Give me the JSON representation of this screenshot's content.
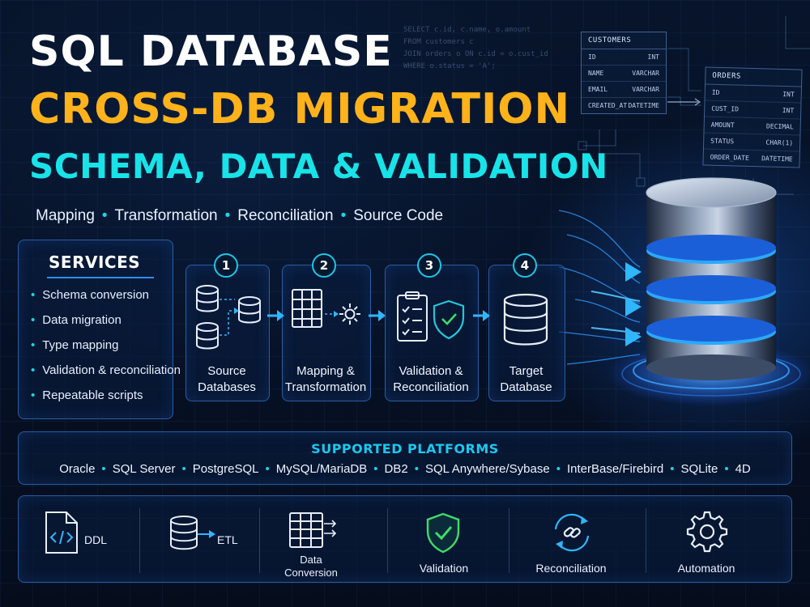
{
  "title": {
    "line1": "SQL DATABASE",
    "line2": "CROSS-DB MIGRATION",
    "line3": "SCHEMA, DATA & VALIDATION"
  },
  "subtitle": [
    "Mapping",
    "Transformation",
    "Reconciliation",
    "Source Code"
  ],
  "sql_snippet": [
    "SELECT c.id, c.name, o.amount",
    "FROM customers c",
    "JOIN orders o ON c.id = o.cust_id",
    "WHERE o.status = 'A';"
  ],
  "tables": {
    "customers": {
      "name": "CUSTOMERS",
      "rows": [
        {
          "col": "ID",
          "type": "INT"
        },
        {
          "col": "NAME",
          "type": "VARCHAR"
        },
        {
          "col": "EMAIL",
          "type": "VARCHAR"
        },
        {
          "col": "CREATED_AT",
          "type": "DATETIME"
        }
      ]
    },
    "orders": {
      "name": "ORDERS",
      "rows": [
        {
          "col": "ID",
          "type": "INT"
        },
        {
          "col": "CUST_ID",
          "type": "INT"
        },
        {
          "col": "AMOUNT",
          "type": "DECIMAL"
        },
        {
          "col": "STATUS",
          "type": "CHAR(1)"
        },
        {
          "col": "ORDER_DATE",
          "type": "DATETIME"
        }
      ]
    }
  },
  "services": {
    "title": "SERVICES",
    "items": [
      "Schema conversion",
      "Data migration",
      "Type mapping",
      "Validation & reconciliation",
      "Repeatable scripts"
    ]
  },
  "steps": [
    {
      "num": "1",
      "line1": "Source",
      "line2": "Databases"
    },
    {
      "num": "2",
      "line1": "Mapping &",
      "line2": "Transformation"
    },
    {
      "num": "3",
      "line1": "Validation &",
      "line2": "Reconciliation"
    },
    {
      "num": "4",
      "line1": "Target",
      "line2": "Database"
    }
  ],
  "platforms": {
    "title": "SUPPORTED PLATFORMS",
    "items": [
      "Oracle",
      "SQL Server",
      "PostgreSQL",
      "MySQL/MariaDB",
      "DB2",
      "SQL Anywhere/Sybase",
      "InterBase/Firebird",
      "SQLite",
      "4D"
    ]
  },
  "features": {
    "ddl": "DDL",
    "etl": "ETL",
    "data_conversion_1": "Data",
    "data_conversion_2": "Conversion",
    "validation": "Validation",
    "reconciliation": "Reconciliation",
    "automation": "Automation"
  },
  "colors": {
    "title_white": "#ffffff",
    "title_orange": "#ffb21a",
    "title_cyan": "#18e3e8",
    "accent_cyan": "#19d7e6",
    "panel_border": "#2f8cff",
    "validation_green": "#3fdc6a",
    "background": "#061226"
  }
}
